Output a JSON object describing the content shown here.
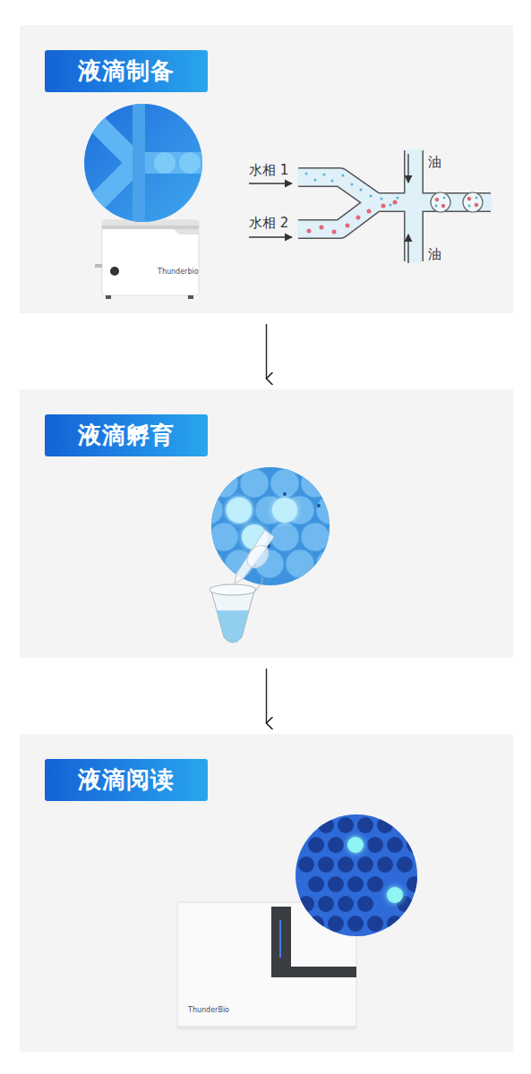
{
  "diagram": {
    "nodes": [
      {
        "text": [
          "液滴制备"
        ]
      },
      {
        "text": [
          "液滴孵育"
        ]
      },
      {
        "text": [
          "液滴阅读"
        ]
      }
    ],
    "edges": [
      {
        "from": 0,
        "to": 1,
        "arrow": "to"
      },
      {
        "from": 1,
        "to": 2,
        "arrow": "to"
      }
    ],
    "labels": [
      "水相 1",
      "水相 2",
      "油",
      "油",
      "Thunderbio",
      "ThunderBio"
    ]
  }
}
